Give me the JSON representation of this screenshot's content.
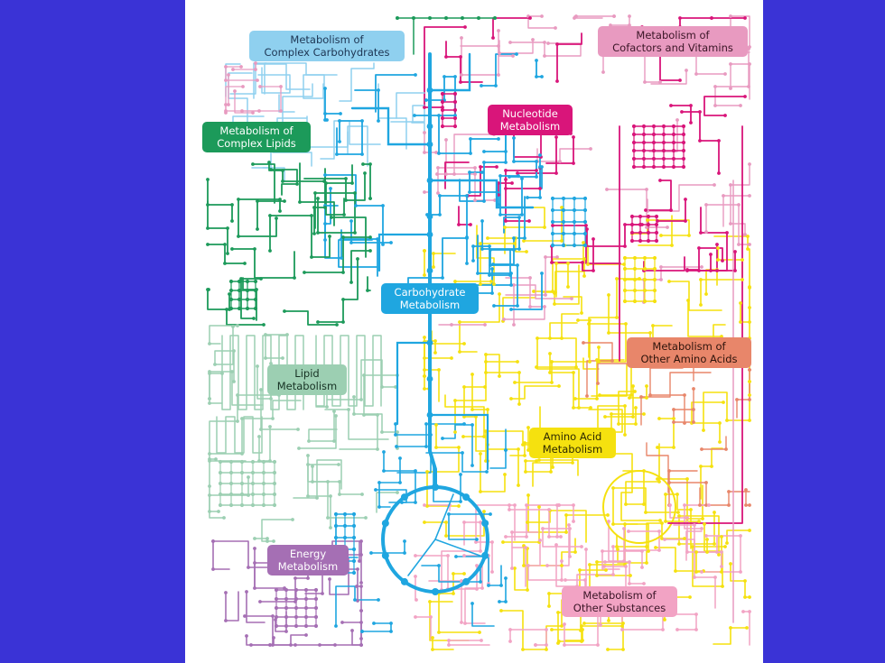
{
  "colors": {
    "background": "#3a33d6",
    "panel": "#ffffff",
    "carbohydrate": "#1fa6e0",
    "complex_carbohydrates": "#8fd0ef",
    "nucleotide": "#d9157a",
    "cofactors": "#e89ac0",
    "complex_lipids": "#1c9a5a",
    "lipid": "#9ccfb2",
    "amino_acid": "#f5e10f",
    "other_amino_acids": "#e8866a",
    "energy": "#a56fb4",
    "other_substances": "#f2a3c4"
  },
  "labels": {
    "complex_carbohydrates": {
      "line1": "Metabolism of",
      "line2": "Complex Carbohydrates"
    },
    "cofactors": {
      "line1": "Metabolism of",
      "line2": "Cofactors and Vitamins"
    },
    "nucleotide": {
      "line1": "Nucleotide",
      "line2": "Metabolism"
    },
    "complex_lipids": {
      "line1": "Metabolism of",
      "line2": "Complex Lipids"
    },
    "carbohydrate": {
      "line1": "Carbohydrate",
      "line2": "Metabolism"
    },
    "other_amino_acids": {
      "line1": "Metabolism of",
      "line2": "Other Amino Acids"
    },
    "lipid": {
      "line1": "Lipid",
      "line2": "Metabolism"
    },
    "amino_acid": {
      "line1": "Amino Acid",
      "line2": "Metabolism"
    },
    "energy": {
      "line1": "Energy",
      "line2": "Metabolism"
    },
    "other_substances": {
      "line1": "Metabolism of",
      "line2": "Other Substances"
    }
  }
}
